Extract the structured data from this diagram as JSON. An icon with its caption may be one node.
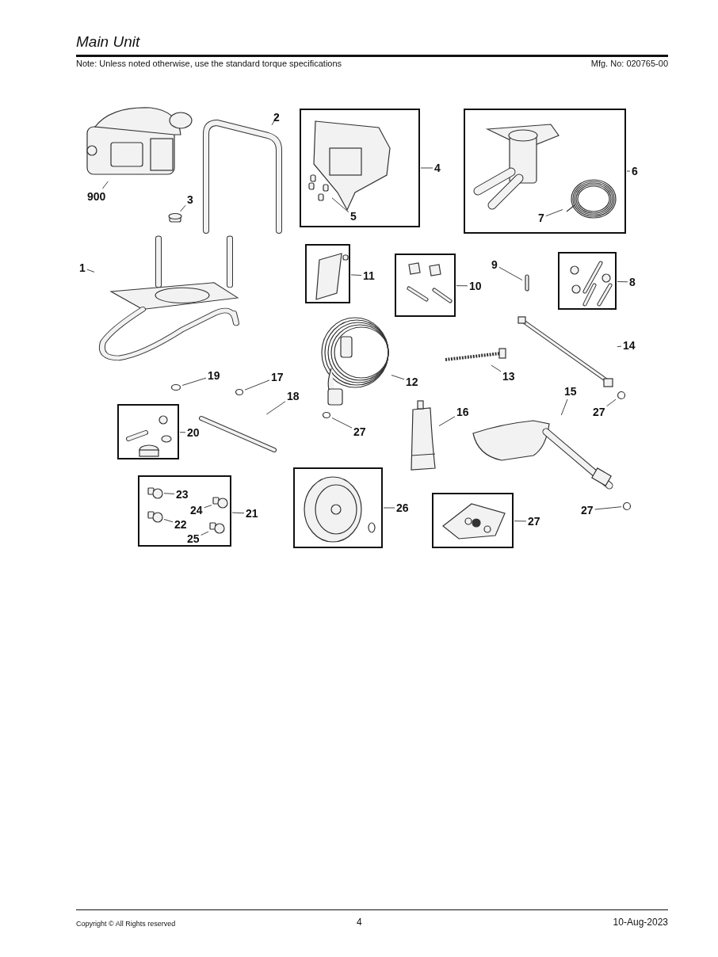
{
  "diagram": {
    "title": "Main Unit",
    "nodes": [
      {
        "text": [],
        "shape": "picture"
      },
      {
        "text": [
          "900"
        ]
      },
      {
        "text": [],
        "shape": "picture"
      },
      {
        "text": [
          "2"
        ]
      },
      {
        "text": [],
        "shape": "cylinder"
      },
      {
        "text": [
          "3"
        ]
      },
      {
        "text": [],
        "shape": "box"
      },
      {
        "text": [],
        "shape": "picture",
        "in": 6
      },
      {
        "text": [
          "5"
        ],
        "in": 6
      },
      {
        "text": [
          "4"
        ]
      },
      {
        "text": [],
        "shape": "box"
      },
      {
        "text": [],
        "shape": "picture",
        "in": 10
      },
      {
        "text": [
          "7"
        ],
        "in": 10
      },
      {
        "text": [
          "6"
        ]
      },
      {
        "text": [],
        "shape": "picture"
      },
      {
        "text": [
          "1"
        ]
      },
      {
        "text": [],
        "shape": "box"
      },
      {
        "text": [
          "11"
        ]
      },
      {
        "text": [],
        "shape": "box"
      },
      {
        "text": [
          "10"
        ]
      },
      {
        "text": [],
        "shape": "bar"
      },
      {
        "text": [
          "9"
        ]
      },
      {
        "text": [],
        "shape": "box"
      },
      {
        "text": [
          "8"
        ]
      },
      {
        "text": [],
        "shape": "circle"
      },
      {
        "text": [
          "19"
        ]
      },
      {
        "text": [],
        "shape": "circle"
      },
      {
        "text": [
          "17"
        ]
      },
      {
        "text": [],
        "shape": "picture"
      },
      {
        "text": [
          "18"
        ]
      },
      {
        "text": [],
        "shape": "box"
      },
      {
        "text": [
          "20"
        ]
      },
      {
        "text": [],
        "shape": "picture"
      },
      {
        "text": [
          "12"
        ]
      },
      {
        "text": [],
        "shape": "circle"
      },
      {
        "text": [
          "27"
        ]
      },
      {
        "text": [],
        "shape": "picture"
      },
      {
        "text": [
          "13"
        ]
      },
      {
        "text": [],
        "shape": "picture"
      },
      {
        "text": [
          "14"
        ]
      },
      {
        "text": [],
        "shape": "circle"
      },
      {
        "text": [
          "27"
        ]
      },
      {
        "text": [],
        "shape": "picture"
      },
      {
        "text": [
          "16"
        ]
      },
      {
        "text": [],
        "shape": "picture"
      },
      {
        "text": [
          "15"
        ]
      },
      {
        "text": [],
        "shape": "circle"
      },
      {
        "text": [
          "27"
        ]
      },
      {
        "text": [],
        "shape": "box"
      },
      {
        "text": [],
        "shape": "circle",
        "in": 48
      },
      {
        "text": [
          "23"
        ],
        "in": 48
      },
      {
        "text": [],
        "shape": "circle",
        "in": 48
      },
      {
        "text": [
          "24"
        ],
        "in": 48
      },
      {
        "text": [],
        "shape": "circle",
        "in": 48
      },
      {
        "text": [
          "22"
        ],
        "in": 48
      },
      {
        "text": [],
        "shape": "circle",
        "in": 48
      },
      {
        "text": [
          "25"
        ],
        "in": 48
      },
      {
        "text": [
          "21"
        ]
      },
      {
        "text": [],
        "shape": "box"
      },
      {
        "text": [
          "26"
        ]
      },
      {
        "text": [],
        "shape": "box"
      },
      {
        "text": [
          "27"
        ]
      }
    ],
    "edges": [
      {
        "from": 1,
        "to": 0,
        "arrow": "none"
      },
      {
        "from": 3,
        "to": 2,
        "arrow": "none"
      },
      {
        "from": 5,
        "to": 4,
        "arrow": "none"
      },
      {
        "from": 8,
        "to": 7,
        "arrow": "none"
      },
      {
        "from": 9,
        "to": 6,
        "arrow": "none"
      },
      {
        "from": 12,
        "to": 11,
        "arrow": "none"
      },
      {
        "from": 13,
        "to": 10,
        "arrow": "none"
      },
      {
        "from": 15,
        "to": 14,
        "arrow": "none"
      },
      {
        "from": 17,
        "to": 16,
        "arrow": "none"
      },
      {
        "from": 19,
        "to": 18,
        "arrow": "none"
      },
      {
        "from": 21,
        "to": 20,
        "arrow": "none"
      },
      {
        "from": 23,
        "to": 22,
        "arrow": "none"
      },
      {
        "from": 25,
        "to": 24,
        "arrow": "none"
      },
      {
        "from": 27,
        "to": 26,
        "arrow": "none"
      },
      {
        "from": 29,
        "to": 28,
        "arrow": "none"
      },
      {
        "from": 31,
        "to": 30,
        "arrow": "none"
      },
      {
        "from": 33,
        "to": 32,
        "arrow": "none"
      },
      {
        "from": 35,
        "to": 34,
        "arrow": "none"
      },
      {
        "from": 37,
        "to": 36,
        "arrow": "none"
      },
      {
        "from": 39,
        "to": 38,
        "arrow": "none"
      },
      {
        "from": 41,
        "to": 40,
        "arrow": "none"
      },
      {
        "from": 43,
        "to": 42,
        "arrow": "none"
      },
      {
        "from": 45,
        "to": 44,
        "arrow": "none"
      },
      {
        "from": 47,
        "to": 46,
        "arrow": "none"
      },
      {
        "from": 50,
        "to": 49,
        "arrow": "none"
      },
      {
        "from": 52,
        "to": 51,
        "arrow": "none"
      },
      {
        "from": 54,
        "to": 53,
        "arrow": "none"
      },
      {
        "from": 56,
        "to": 55,
        "arrow": "none"
      },
      {
        "from": 57,
        "to": 48,
        "arrow": "none"
      },
      {
        "from": 59,
        "to": 58,
        "arrow": "none"
      },
      {
        "from": 61,
        "to": 60,
        "arrow": "none"
      }
    ],
    "labels": [
      "Note: Unless noted otherwise, use the standard torque specifications",
      "Mfg. No: 020765-00",
      "Copyright © All Rights reserved",
      "4",
      "10-Aug-2023"
    ]
  }
}
